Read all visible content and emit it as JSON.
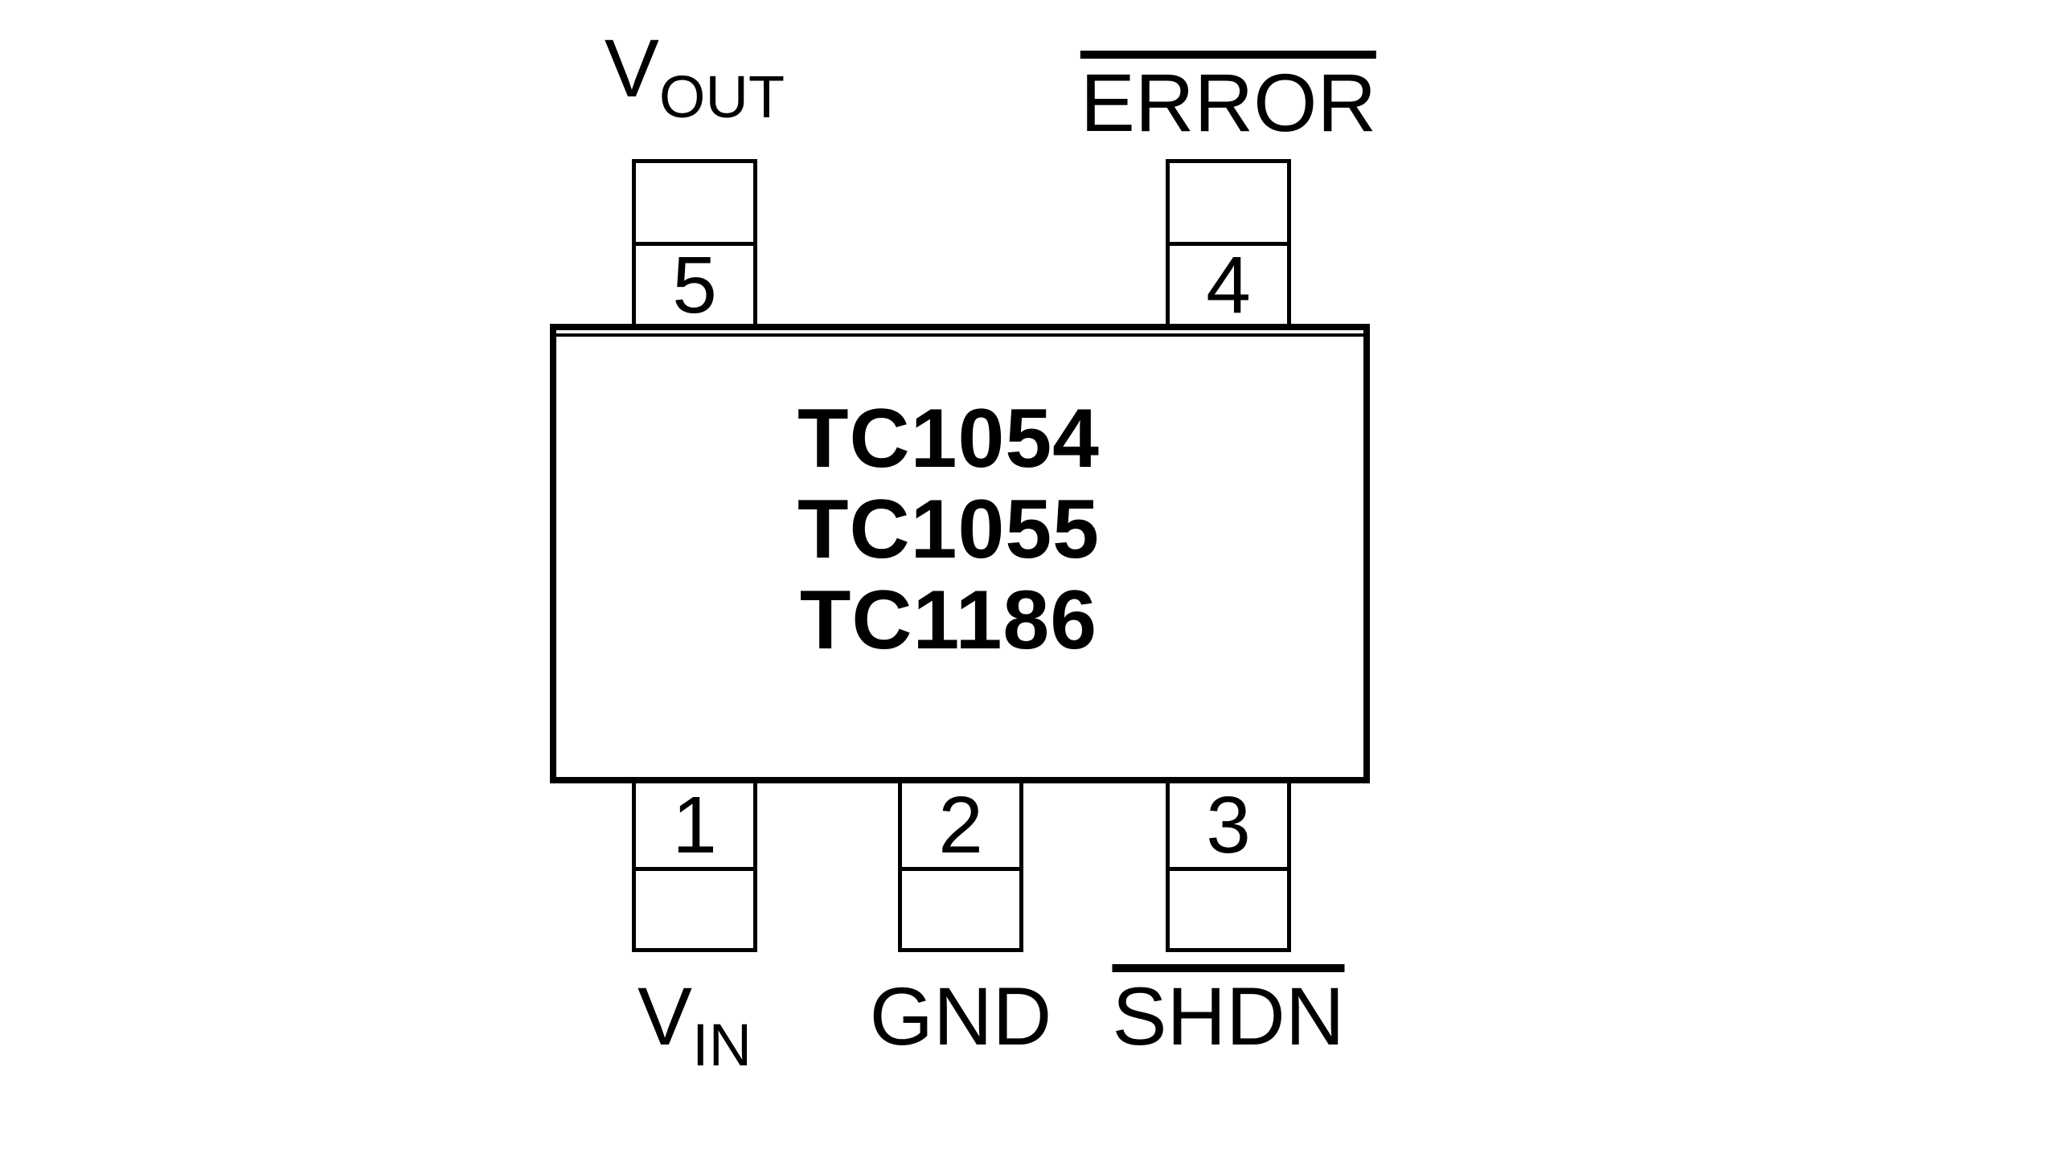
{
  "package": {
    "part_numbers": [
      "TC1054",
      "TC1055",
      "TC1186"
    ]
  },
  "pins": {
    "pin1": {
      "number": "1",
      "label_base": "V",
      "label_sub": "IN",
      "overline": false,
      "side": "bottom"
    },
    "pin2": {
      "number": "2",
      "label": "GND",
      "overline": false,
      "side": "bottom"
    },
    "pin3": {
      "number": "3",
      "label": "SHDN",
      "overline": true,
      "side": "bottom"
    },
    "pin4": {
      "number": "4",
      "label": "ERROR",
      "overline": true,
      "side": "top"
    },
    "pin5": {
      "number": "5",
      "label_base": "V",
      "label_sub": "OUT",
      "overline": false,
      "side": "top"
    }
  },
  "colors": {
    "background": "#ffffff",
    "line": "#000000",
    "text": "#000000"
  }
}
